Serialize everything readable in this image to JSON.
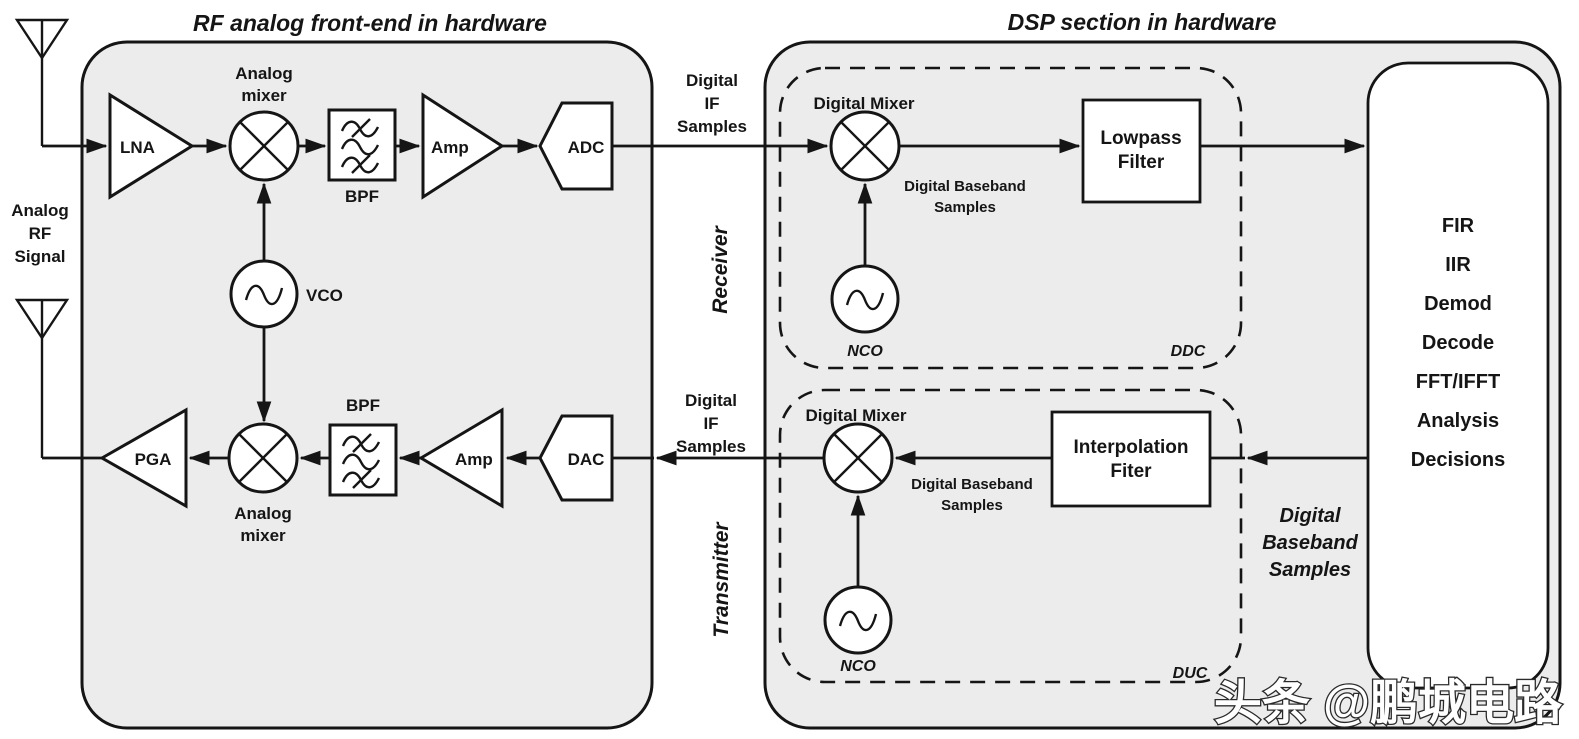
{
  "titles": {
    "left": "RF analog front-end in hardware",
    "right": "DSP section in hardware"
  },
  "left_block": {
    "input_label": [
      "Analog",
      "RF",
      "Signal"
    ],
    "rx": {
      "lna": "LNA",
      "mixer_label": [
        "Analog",
        "mixer"
      ],
      "bpf": "BPF",
      "amp": "Amp",
      "adc": "ADC"
    },
    "vco": "VCO",
    "tx": {
      "pga": "PGA",
      "mixer_label": [
        "Analog",
        "mixer"
      ],
      "bpf": "BPF",
      "amp": "Amp",
      "dac": "DAC"
    }
  },
  "interconnect": {
    "rx_samples": [
      "Digital",
      "IF",
      "Samples"
    ],
    "receiver": "Receiver",
    "tx_samples": [
      "Digital",
      "IF",
      "Samples"
    ],
    "transmitter": "Transmitter"
  },
  "dsp_block": {
    "ddc": {
      "mixer_label": "Digital Mixer",
      "baseband": [
        "Digital Baseband",
        "Samples"
      ],
      "filter": [
        "Lowpass",
        "Filter"
      ],
      "nco": "NCO",
      "tag": "DDC"
    },
    "duc": {
      "mixer_label": "Digital Mixer",
      "baseband": [
        "Digital Baseband",
        "Samples"
      ],
      "filter": [
        "Interpolation",
        "Fiter"
      ],
      "nco": "NCO",
      "tag": "DUC"
    },
    "baseband_io": [
      "Digital",
      "Baseband",
      "Samples"
    ],
    "functions": [
      "FIR",
      "IIR",
      "Demod",
      "Decode",
      "FFT/IFFT",
      "Analysis",
      "Decisions"
    ]
  },
  "watermark": "头条 @鹏城电路",
  "colors": {
    "panel_fill": "#ececec",
    "stroke": "#151515",
    "white": "#ffffff"
  }
}
